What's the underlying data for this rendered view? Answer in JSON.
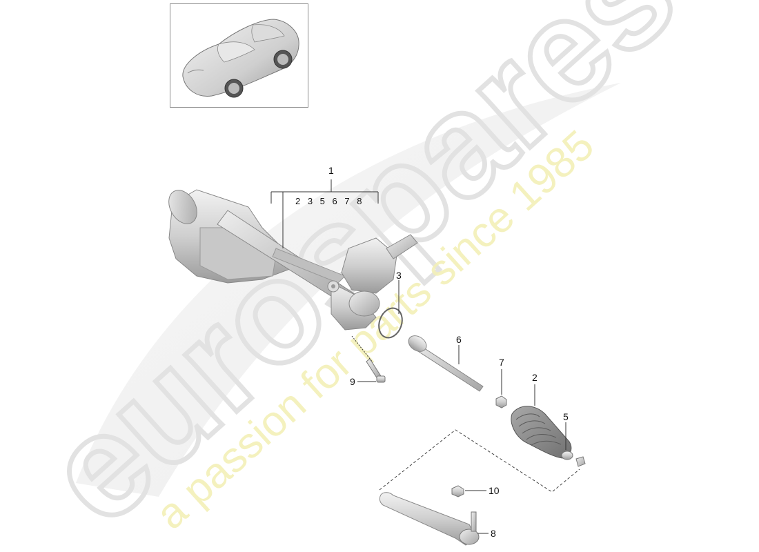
{
  "watermark": {
    "brand": "eurospares",
    "tagline": "a passion for parts since 1985",
    "brand_color": "#e8e8e8",
    "tagline_color": "#f5f3c0"
  },
  "thumbnail": {
    "subject": "car-overview",
    "border_color": "#8a8a8a"
  },
  "assembly_bracket": {
    "label": "1",
    "includes": "2 3 5 6 7 8"
  },
  "callouts": [
    {
      "id": "1",
      "part": "steering-gear-assembly"
    },
    {
      "id": "2",
      "part": "boot"
    },
    {
      "id": "3",
      "part": "o-ring"
    },
    {
      "id": "5",
      "part": "clamp"
    },
    {
      "id": "6",
      "part": "tie-rod"
    },
    {
      "id": "7",
      "part": "nut"
    },
    {
      "id": "8",
      "part": "tie-rod-end"
    },
    {
      "id": "9",
      "part": "bolt"
    },
    {
      "id": "10",
      "part": "self-locking-nut"
    }
  ]
}
